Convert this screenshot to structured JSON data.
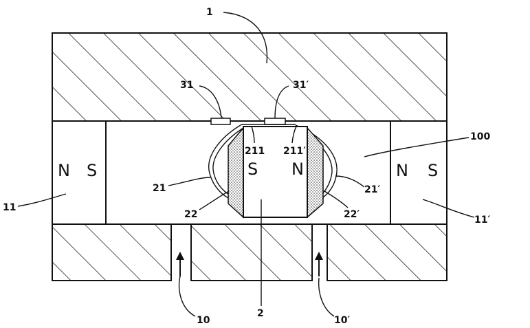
{
  "labels": {
    "housing": "1",
    "sensor_left": "31",
    "sensor_right": "31′",
    "sensor_inner_left": "211",
    "sensor_inner_right": "211′",
    "gap": "100",
    "membrane_left": "21",
    "membrane_right": "21′",
    "magnet_left": "11",
    "magnet_right": "11′",
    "pad_left": "22",
    "pad_right": "22′",
    "arrow_left": "10",
    "arrow_right": "10′",
    "center_magnet": "2"
  },
  "poles": {
    "left_n": "N",
    "left_s": "S",
    "center_s": "S",
    "center_n": "N",
    "right_n": "N",
    "right_s": "S"
  }
}
